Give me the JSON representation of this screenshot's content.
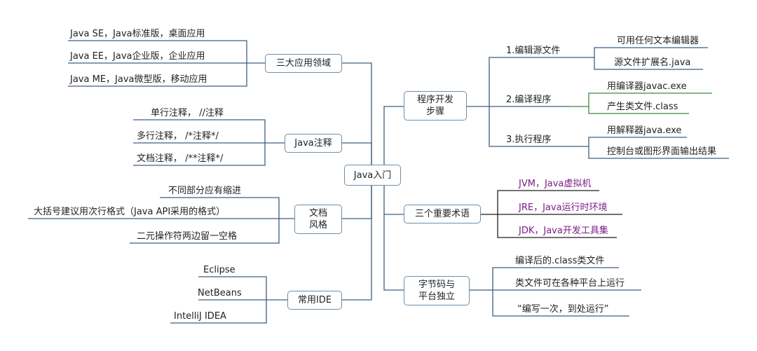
{
  "root": "Java入门",
  "branches": {
    "domains": {
      "label": "三大应用领域",
      "items": [
        "Java SE，Java标准版，桌面应用",
        "Java EE，Java企业版，企业应用",
        "Java ME，Java微型版，移动应用"
      ]
    },
    "comments": {
      "label": "Java注释",
      "items": [
        "单行注释，  //注释",
        "多行注释，  /*注释*/",
        "文档注释，  /**注释*/"
      ]
    },
    "style": {
      "label": "文档\n风格",
      "items": [
        "不同部分应有缩进",
        "大括号建议用次行格式（Java API采用的格式）",
        "二元操作符两边留一空格"
      ]
    },
    "ide": {
      "label": "常用IDE",
      "items": [
        "Eclipse",
        "NetBeans",
        "IntelliJ IDEA"
      ]
    },
    "dev_steps": {
      "label": "程序开发\n步骤",
      "steps": [
        {
          "label": "1.编辑源文件",
          "items": [
            "可用任何文本编辑器",
            "源文件扩展名.java"
          ]
        },
        {
          "label": "2.编译程序",
          "items": [
            "用编译器javac.exe",
            "产生类文件.class"
          ]
        },
        {
          "label": "3.执行程序",
          "items": [
            "用解释器java.exe",
            "控制台或图形界面输出结果"
          ]
        }
      ]
    },
    "terms": {
      "label": "三个重要术语",
      "items": [
        "JVM，Java虚拟机",
        "JRE，Java运行时环境",
        "JDK，Java开发工具集"
      ]
    },
    "bytecode": {
      "label": "字节码与\n平台独立",
      "items": [
        "编译后的.class类文件",
        "类文件可在各种平台上运行",
        "“编写一次，到处运行”"
      ]
    }
  }
}
